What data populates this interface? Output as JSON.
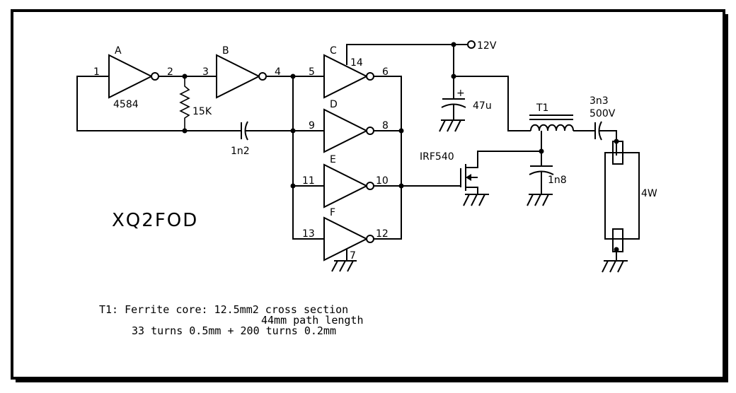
{
  "gates": {
    "A": {
      "letter": "A",
      "pin_in": "1",
      "pin_out": "2",
      "part": "4584"
    },
    "B": {
      "letter": "B",
      "pin_in": "3",
      "pin_out": "4"
    },
    "C": {
      "letter": "C",
      "pin_in": "5",
      "pin_out": "6",
      "pin_vcc": "14"
    },
    "D": {
      "letter": "D",
      "pin_in": "9",
      "pin_out": "8"
    },
    "E": {
      "letter": "E",
      "pin_in": "11",
      "pin_out": "10"
    },
    "F": {
      "letter": "F",
      "pin_in": "13",
      "pin_out": "12",
      "pin_gnd": "7"
    }
  },
  "components": {
    "resistor": "15K",
    "cap_timing": "1n2",
    "cap_supply": "47u",
    "cap_supply_polarity": "+",
    "supply": "12V",
    "transformer": "T1",
    "cap_out_value": "3n3",
    "cap_out_voltage": "500V",
    "cap_tuning": "1n8",
    "mosfet": "IRF540",
    "lamp": "4W"
  },
  "title": "XQ2FOD",
  "notes": {
    "line1": "T1: Ferrite core: 12.5mm2 cross section",
    "line2": "44mm path length",
    "line3": "33 turns 0.5mm + 200 turns 0.2mm"
  }
}
